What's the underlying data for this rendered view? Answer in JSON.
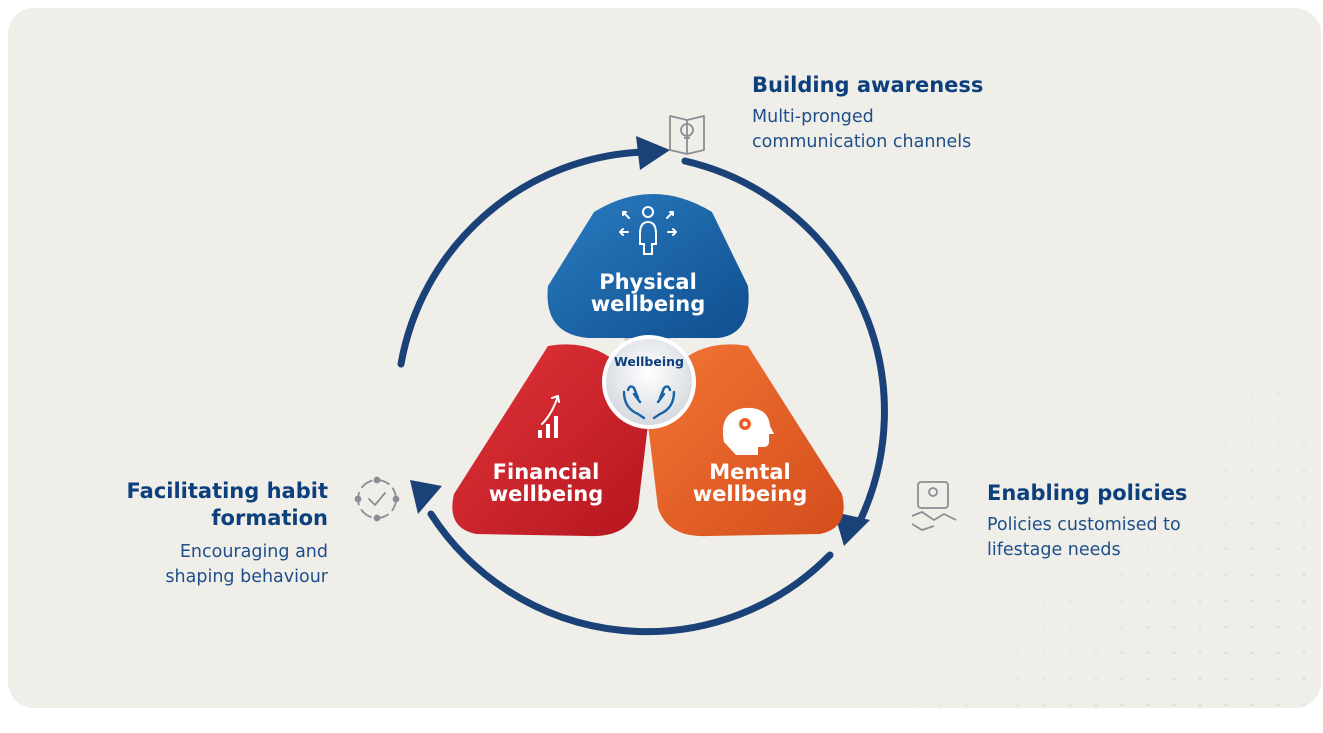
{
  "center": {
    "label": "Wellbeing",
    "icon": "hands-icon"
  },
  "segments": {
    "physical": {
      "line1": "Physical",
      "line2": "wellbeing",
      "icon": "person-arrows-icon",
      "color": "#1763a6"
    },
    "financial": {
      "line1": "Financial",
      "line2": "wellbeing",
      "icon": "growth-chart-icon",
      "color": "#d2232a"
    },
    "mental": {
      "line1": "Mental",
      "line2": "wellbeing",
      "icon": "head-gear-icon",
      "color": "#eb5e26"
    }
  },
  "stages": {
    "awareness": {
      "title": "Building awareness",
      "desc_line1": "Multi-pronged",
      "desc_line2": "communication channels",
      "icon": "book-lightbulb-icon"
    },
    "policies": {
      "title": "Enabling policies",
      "desc_line1": "Policies customised to",
      "desc_line2": "lifestage needs",
      "icon": "handshake-icon"
    },
    "habits": {
      "title_line1": "Facilitating habit",
      "title_line2": "formation",
      "desc_line1": "Encouraging and",
      "desc_line2": "shaping behaviour",
      "icon": "cycle-check-icon"
    }
  },
  "colors": {
    "cycle": "#1b4278",
    "heading": "#0c3f7c",
    "background": "#efeee9"
  }
}
